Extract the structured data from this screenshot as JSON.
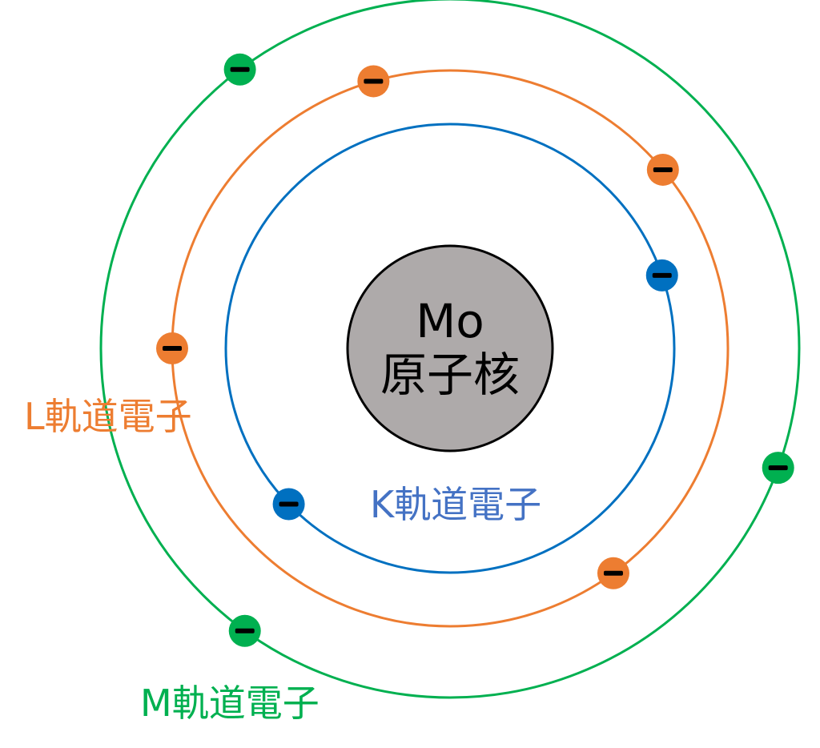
{
  "nucleus": {
    "symbol": "Mo",
    "label": "原子核",
    "fill": "#aeaaaa"
  },
  "shells": [
    {
      "id": "K",
      "label": "K軌道電子",
      "color": "#0070c0",
      "label_color": "#4472c4",
      "electron_angles_deg": [
        -19,
        136
      ]
    },
    {
      "id": "L",
      "label": "L軌道電子",
      "color": "#ed7d31",
      "label_color": "#ed7d31",
      "electron_angles_deg": [
        -106,
        -40,
        180,
        54
      ]
    },
    {
      "id": "M",
      "label": "M軌道電子",
      "color": "#00b050",
      "label_color": "#00b050",
      "electron_angles_deg": [
        -127,
        20,
        126
      ]
    }
  ],
  "electron_sign": "−"
}
